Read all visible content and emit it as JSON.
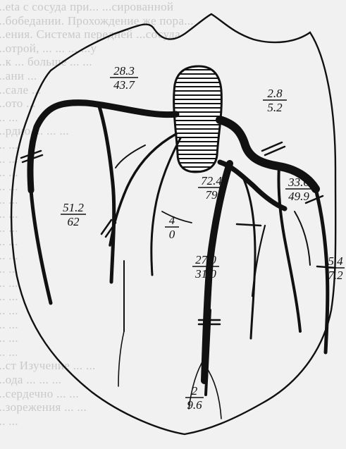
{
  "background_text": [
    "...eta с сосуда при... ...сированной",
    "...бобедании. Прохождение же пора...",
    "...ения. Система передней ...сосуда",
    "...отрой, ... ... ... ...у",
    "...к ... больше ... ...",
    "...ани ...",
    "...сале ...",
    "...ото ...",
    "... ...",
    "...рдио ... ... ...",
    "... ...",
    "... ...",
    "... ...",
    "... ...",
    "... ...",
    "... ...",
    "... ...",
    "... ...",
    "... ...",
    "... ...",
    "... ...",
    "... ...",
    "... ...",
    "... ...",
    "... ...",
    "... ...",
    "...ст Изучение ... ...",
    "...ода ... ... ...",
    "...сердечно ... ...",
    "...зорежения ... ...",
    "... ..."
  ],
  "labels": [
    {
      "id": "top-left",
      "num": "28.3",
      "den": "43.7"
    },
    {
      "id": "top-right",
      "num": "2.8",
      "den": "5.2"
    },
    {
      "id": "center",
      "num": "72.4",
      "den": "79"
    },
    {
      "id": "right",
      "num": "33.6",
      "den": "49.9"
    },
    {
      "id": "left",
      "num": "51.2",
      "den": "62"
    },
    {
      "id": "mid-small",
      "num": "4",
      "den": "0"
    },
    {
      "id": "lower-center",
      "num": "27.0",
      "den": "31.0"
    },
    {
      "id": "far-right",
      "num": "5.4",
      "den": "7.2"
    },
    {
      "id": "bottom",
      "num": "2",
      "den": "9.6"
    }
  ],
  "colors": {
    "ink": "#111111",
    "paper": "#f1f1f1",
    "show_through": "#c9c9c9"
  }
}
